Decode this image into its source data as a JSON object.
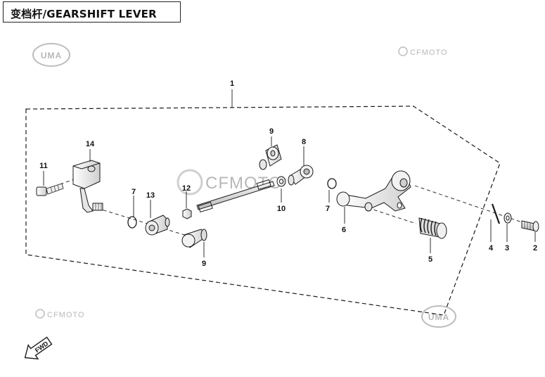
{
  "title": "变档杆/GEARSHIFT LEVER",
  "watermarks": {
    "uma": "UMA",
    "cfmoto": "CFMOTO"
  },
  "fwd_label": "FWD",
  "callouts": [
    "1",
    "2",
    "3",
    "4",
    "5",
    "6",
    "7",
    "8",
    "9",
    "10",
    "11",
    "12",
    "13",
    "14"
  ],
  "callout_9_b": "9",
  "callout_7_b": "7",
  "colors": {
    "line": "#1a1a1a",
    "part_fill": "#f2f2f2",
    "watermark": "#b8b8b8"
  }
}
